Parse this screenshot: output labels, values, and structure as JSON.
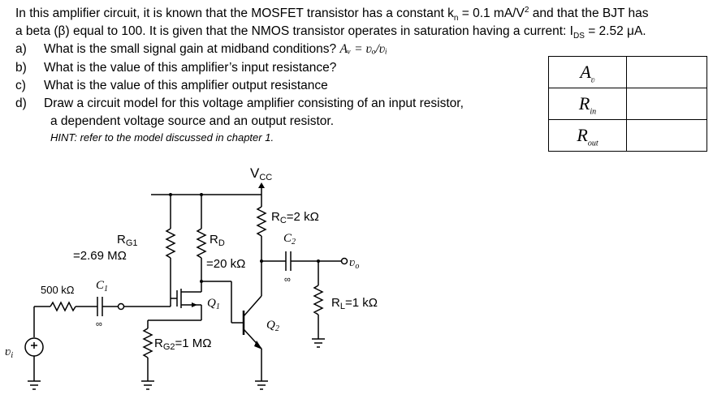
{
  "problem": {
    "intro1": "In this amplifier circuit, it is known that the MOSFET transistor has a constant k",
    "intro1_sub": "n",
    "intro1_tail": " = 0.1 mA/V",
    "intro1_sup": "2",
    "intro1_end": " and that the BJT has",
    "intro2": "a beta (β) equal to 100.  It is given that the NMOS transistor operates in saturation having a current:  I",
    "intro2_sub": "DS",
    "intro2_end": " = 2.52 μA.",
    "questions": [
      {
        "label": "a)",
        "text": "What is the small signal gain at midband conditions? ",
        "formula": "Aᵥ = ʋₒ/ʋᵢ"
      },
      {
        "label": "b)",
        "text": "What is the value of this amplifier’s input resistance?"
      },
      {
        "label": "c)",
        "text": "What is the value of this amplifier output resistance"
      },
      {
        "label": "d)",
        "text": "Draw a circuit model for this voltage amplifier consisting of an input resistor,"
      }
    ],
    "question_d_cont": "a dependent voltage source and an output resistor.",
    "hint": "HINT:  refer to the model discussed in chapter 1."
  },
  "answer_table": {
    "rows": [
      {
        "label": "A",
        "sub": "ʋ",
        "value": ""
      },
      {
        "label": "R",
        "sub": "in",
        "value": ""
      },
      {
        "label": "R",
        "sub": "out",
        "value": ""
      }
    ]
  },
  "circuit": {
    "vcc": "V",
    "vcc_sub": "CC",
    "rg1_name": "R",
    "rg1_sub": "G1",
    "rg1_value": "=2.69 MΩ",
    "rd_name": "R",
    "rd_sub": "D",
    "rd_value": "=20 kΩ",
    "rc_label": "R",
    "rc_sub": "C",
    "rc_value": "=2 kΩ",
    "c2": "C",
    "c2_sub": "2",
    "c1": "C",
    "c1_sub": "1",
    "rs": "500 kΩ",
    "rg2_name": "R",
    "rg2_sub": "G2",
    "rg2_value": "=1 MΩ",
    "rl_name": "R",
    "rl_sub": "L",
    "rl_value": "=1 kΩ",
    "q1": "Q",
    "q1_sub": "1",
    "q2": "Q",
    "q2_sub": "2",
    "vo": "ʋ",
    "vo_sub": "o",
    "vi": "ʋ",
    "vi_sub": "i",
    "inf1": "∞",
    "inf2": "∞"
  }
}
